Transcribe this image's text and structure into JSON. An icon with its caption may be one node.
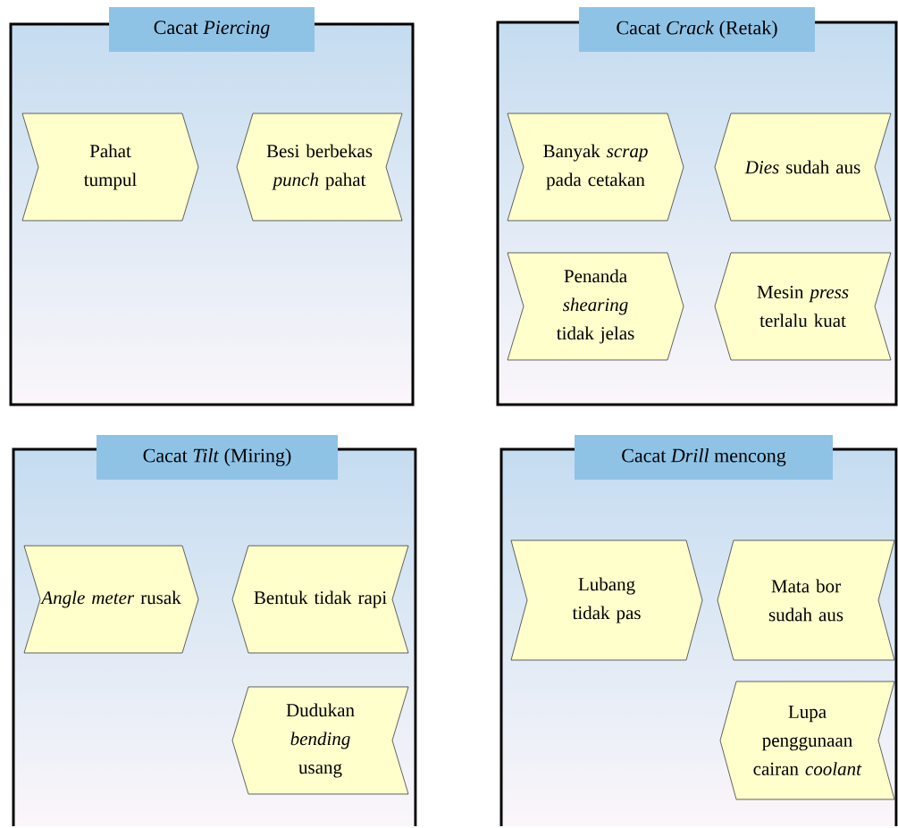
{
  "diagram": {
    "nodes": [
      {
        "text": [
          "Cacat *Piercing*"
        ]
      },
      {
        "text": [
          "Pahat tumpul"
        ],
        "in": 0
      },
      {
        "text": [
          "Besi berbekas *punch* pahat"
        ],
        "in": 0
      },
      {
        "text": [
          "Cacat *Crack* (Retak)"
        ]
      },
      {
        "text": [
          "Banyak *scrap* pada cetakan"
        ],
        "in": 3
      },
      {
        "text": [
          "*Dies* sudah aus"
        ],
        "in": 3
      },
      {
        "text": [
          "Penanda *shearing* tidak jelas"
        ],
        "in": 3
      },
      {
        "text": [
          "Mesin *press* terlalu kuat"
        ],
        "in": 3
      },
      {
        "text": [
          "Cacat *Tilt* (Miring)"
        ]
      },
      {
        "text": [
          "*Angle meter* rusak"
        ],
        "in": 8
      },
      {
        "text": [
          "Bentuk tidak rapi"
        ],
        "in": 8
      },
      {
        "text": [
          "Dudukan *bending* usang"
        ],
        "in": 8
      },
      {
        "text": [
          "Cacat *Drill* mencong"
        ]
      },
      {
        "text": [
          "Lubang tidak pas"
        ],
        "in": 12
      },
      {
        "text": [
          "Mata bor sudah aus"
        ],
        "in": 12
      },
      {
        "text": [
          "Lupa penggunaan cairan *coolant*"
        ],
        "in": 12
      }
    ]
  }
}
